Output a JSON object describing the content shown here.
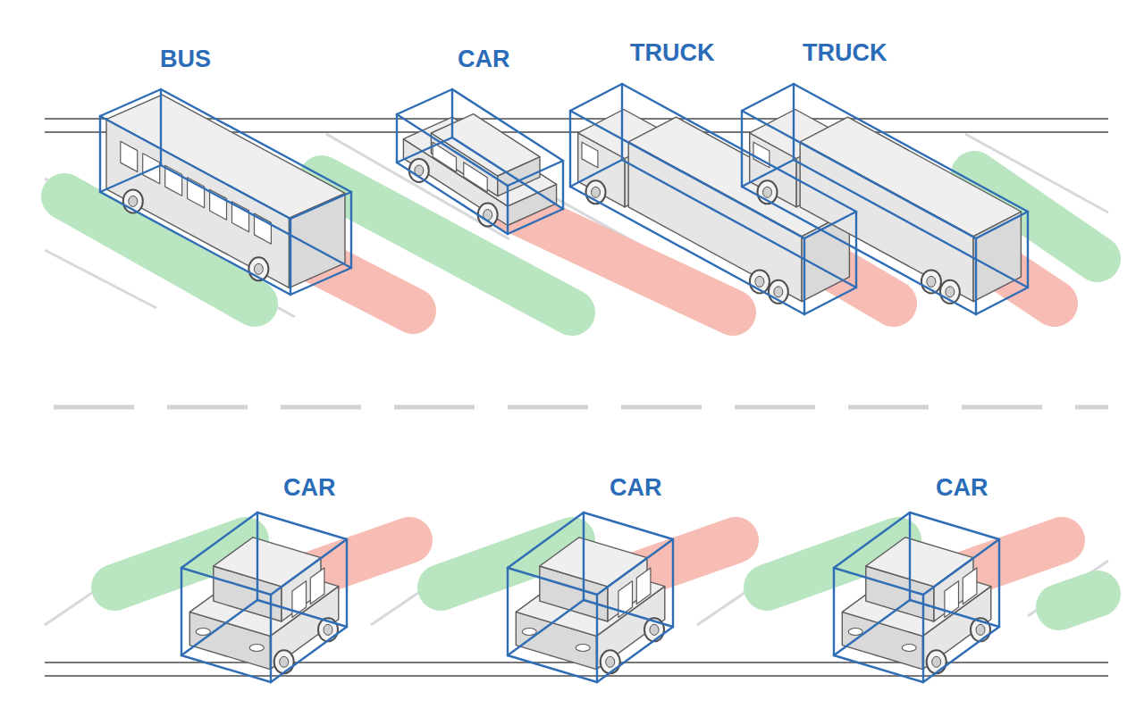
{
  "diagram": {
    "nodes": [
      {
        "text": [
          "BUS"
        ]
      },
      {
        "text": [
          "CAR"
        ]
      },
      {
        "text": [
          "TRUCK"
        ]
      },
      {
        "text": [
          "TRUCK"
        ]
      },
      {
        "text": [
          "CAR"
        ]
      },
      {
        "text": [
          "CAR"
        ]
      },
      {
        "text": [
          "CAR"
        ]
      }
    ]
  }
}
